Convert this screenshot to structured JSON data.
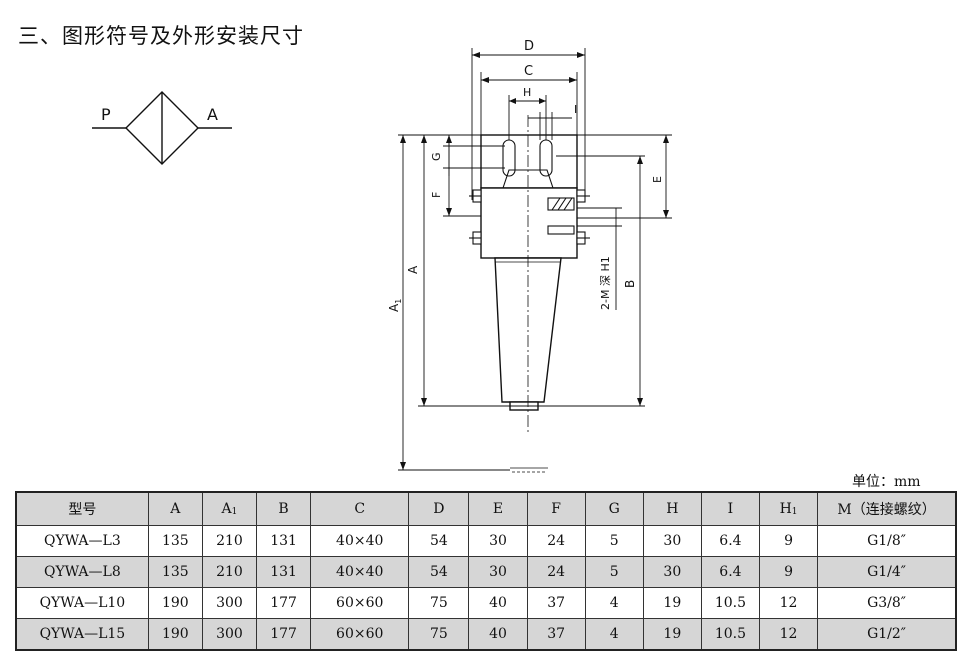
{
  "section_title": "三、图形符号及外形安装尺寸",
  "symbol": {
    "port_in": "P",
    "port_out": "A"
  },
  "drawing_labels": {
    "D": "D",
    "C": "C",
    "H": "H",
    "I": "I",
    "G": "G",
    "F": "F",
    "E": "E",
    "A": "A",
    "A1_main": "A",
    "A1_sub": "1",
    "B": "B",
    "thread_note": "2-M 深 H1"
  },
  "unit_label": "单位：mm",
  "table": {
    "headers": [
      {
        "main": "型号",
        "sub": ""
      },
      {
        "main": "A",
        "sub": ""
      },
      {
        "main": "A",
        "sub": "1"
      },
      {
        "main": "B",
        "sub": ""
      },
      {
        "main": "C",
        "sub": ""
      },
      {
        "main": "D",
        "sub": ""
      },
      {
        "main": "E",
        "sub": ""
      },
      {
        "main": "F",
        "sub": ""
      },
      {
        "main": "G",
        "sub": ""
      },
      {
        "main": "H",
        "sub": ""
      },
      {
        "main": "I",
        "sub": ""
      },
      {
        "main": "H",
        "sub": "1"
      },
      {
        "main": "M（连接螺纹）",
        "sub": ""
      }
    ],
    "rows": [
      [
        "QYWA—L3",
        "135",
        "210",
        "131",
        "40×40",
        "54",
        "30",
        "24",
        "5",
        "30",
        "6.4",
        "9",
        "G1/8″"
      ],
      [
        "QYWA—L8",
        "135",
        "210",
        "131",
        "40×40",
        "54",
        "30",
        "24",
        "5",
        "30",
        "6.4",
        "9",
        "G1/4″"
      ],
      [
        "QYWA—L10",
        "190",
        "300",
        "177",
        "60×60",
        "75",
        "40",
        "37",
        "4",
        "19",
        "10.5",
        "12",
        "G3/8″"
      ],
      [
        "QYWA—L15",
        "190",
        "300",
        "177",
        "60×60",
        "75",
        "40",
        "37",
        "4",
        "19",
        "10.5",
        "12",
        "G1/2″"
      ]
    ]
  }
}
